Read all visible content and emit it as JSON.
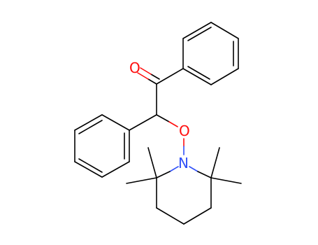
{
  "structure": {
    "atoms": {
      "carbonyl_oxygen": {
        "symbol": "O",
        "color": "#ff0d0d"
      },
      "ether_oxygen": {
        "symbol": "O",
        "color": "#ff0d0d"
      },
      "piperidine_nitrogen": {
        "symbol": "N",
        "color": "#3050f8"
      }
    },
    "bond_color": "#000000"
  }
}
